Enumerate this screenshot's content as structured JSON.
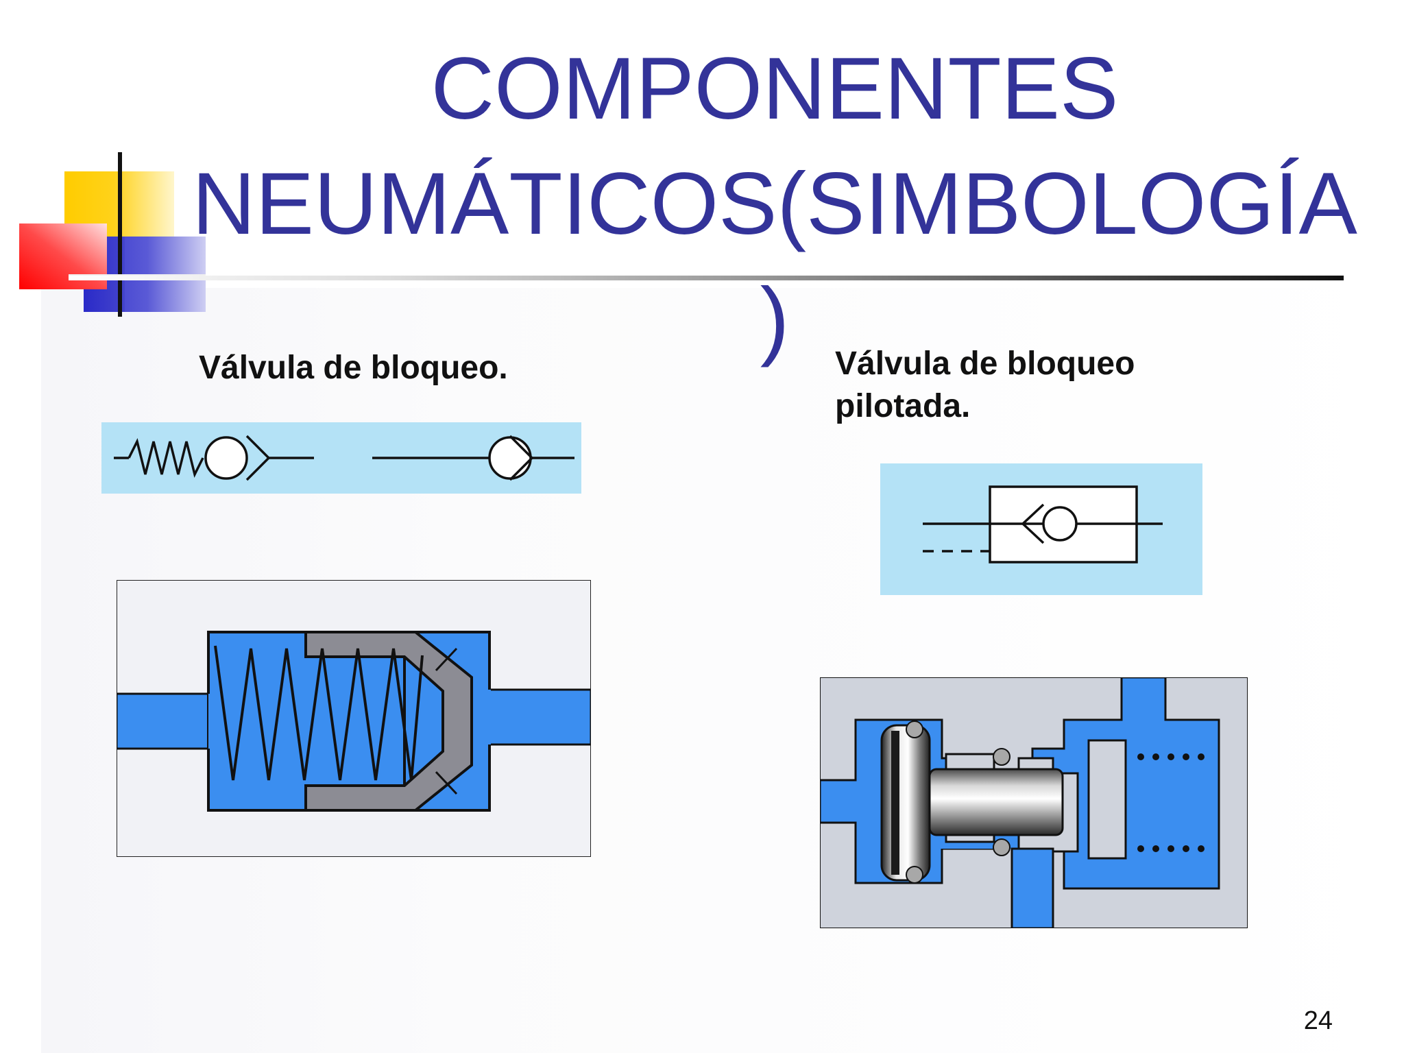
{
  "slide": {
    "title_lines": [
      "COMPONENTES",
      "NEUMÁTICOS(SIMBOLOGÍA",
      ")"
    ],
    "page_number": "24"
  },
  "left": {
    "caption": "Válvula de bloqueo.",
    "symbol_panel_color": "#b4e2f6",
    "section_fluid_color": "#3b8ef0"
  },
  "right": {
    "caption_lines": [
      "Válvula de bloqueo",
      "pilotada."
    ],
    "symbol_panel_color": "#b4e2f6",
    "section_fluid_color": "#3b8ef0"
  },
  "colors": {
    "title": "#333399",
    "deco_yellow": "#ffcc00",
    "deco_red": "#ff0000",
    "deco_blue": "#3333cc"
  }
}
